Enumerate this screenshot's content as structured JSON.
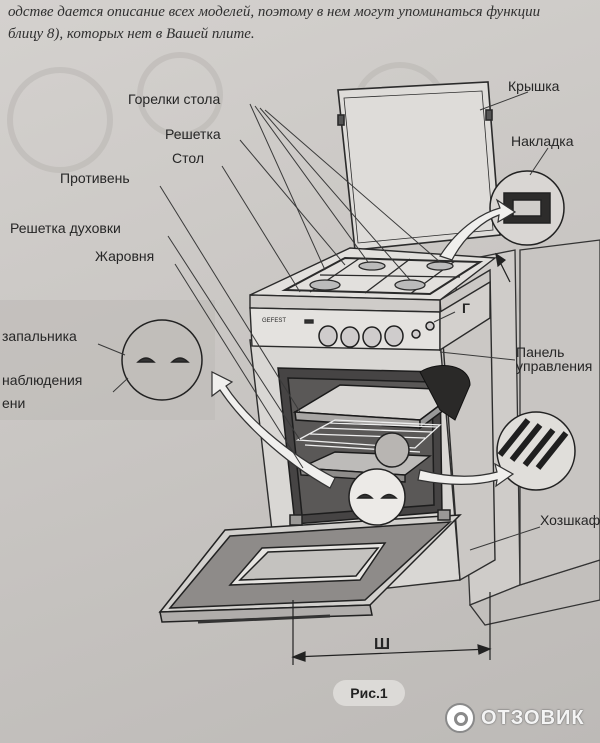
{
  "header": {
    "line1": "одстве дается описание всех моделей, поэтому в нем могут упоминаться  функции",
    "line2": "блицу 8), которых нет в Вашей плите."
  },
  "labels": {
    "burners": "Горелки стола",
    "grate": "Решетка",
    "table": "Стол",
    "tray": "Противень",
    "oven_grate": "Решетка духовки",
    "roaster": "Жаровня",
    "igniter": "запальника",
    "observation": "наблюдения",
    "observation_2": "ени",
    "lid": "Крышка",
    "cover_plate": "Накладка",
    "g_mark": "Г",
    "panel": "Панель",
    "panel_2": "управления",
    "cabinet": "Хозшкаф",
    "width": "Ш"
  },
  "brand": "GEFEST",
  "figure_label": "Рис.1",
  "watermark": "ОТЗОВИК"
}
